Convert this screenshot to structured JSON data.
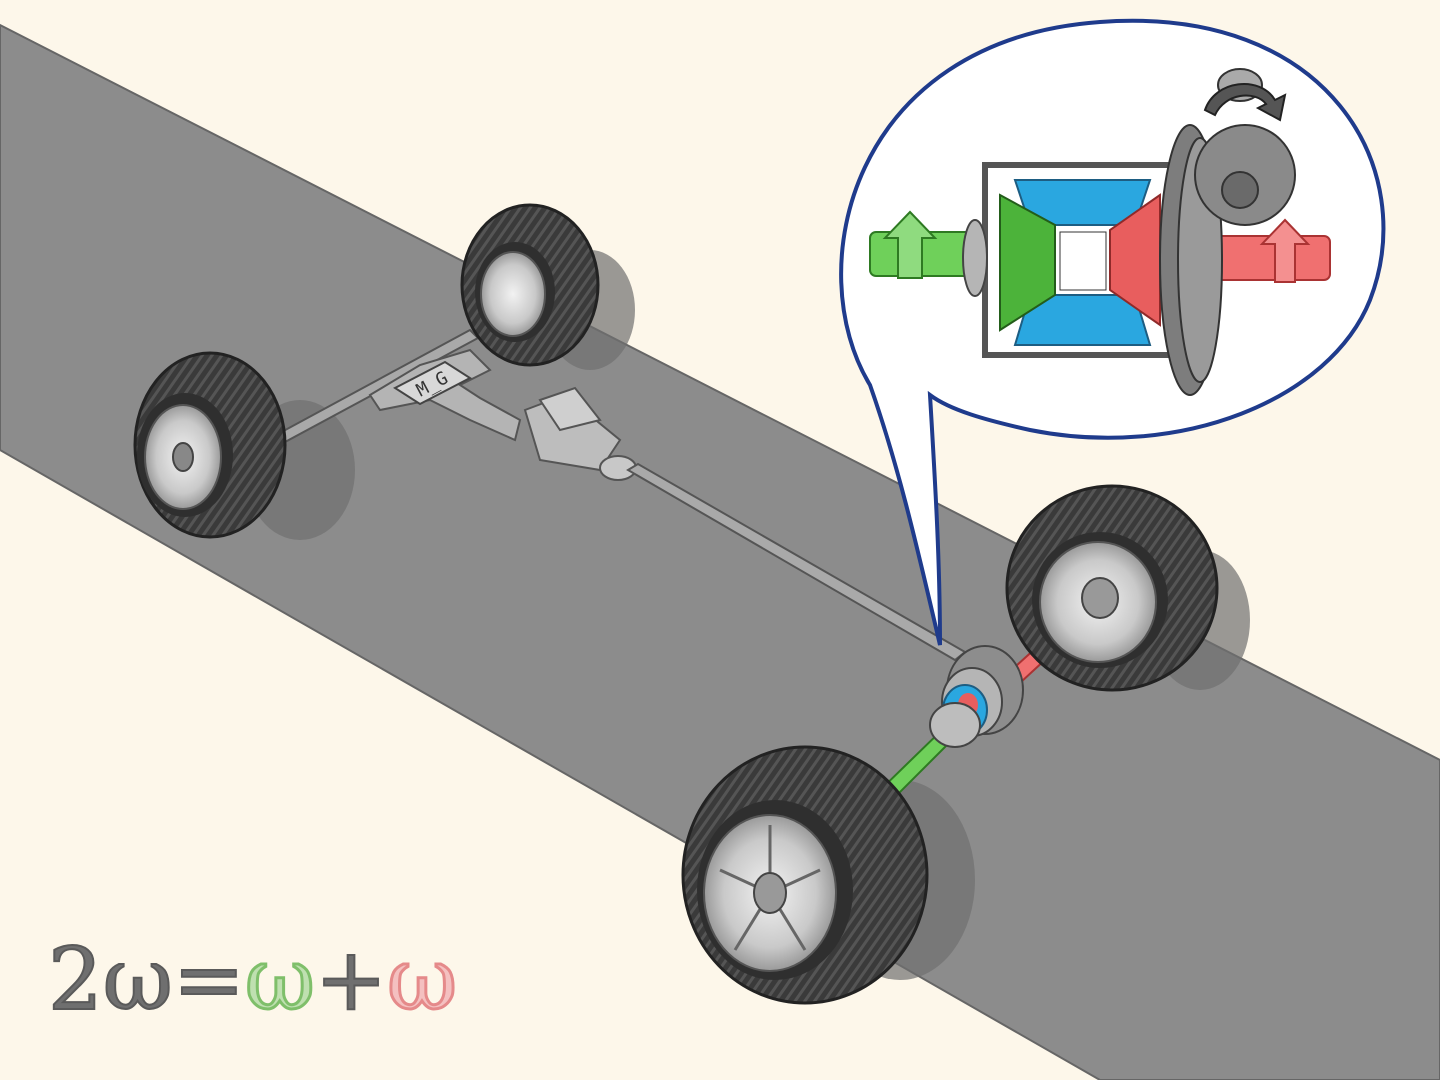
{
  "formula": {
    "lhs": "2ω",
    "equals": "=",
    "term_left": "ω",
    "plus": "+",
    "term_right": "ω"
  },
  "chassis_badge": "M_G",
  "colors": {
    "background": "#fdf7ea",
    "road": "#8c8c8c",
    "left_axle": "#6fd05a",
    "right_axle": "#f07070",
    "spider_gears": "#2aa7e0",
    "left_side_gear": "#4cb33a",
    "right_side_gear": "#e85e5e",
    "metal": "#a9a9a9",
    "callout_border": "#1f3b8c",
    "formula_gray": "#6f6f6f",
    "formula_green_fill": "#bfe0b0",
    "formula_red_fill": "#f4c0c0"
  },
  "icons": [
    "tire-icon",
    "wheel-rim-icon",
    "differential-icon",
    "ring-gear-icon",
    "pinion-gear-icon",
    "rotation-arrow-icon"
  ]
}
